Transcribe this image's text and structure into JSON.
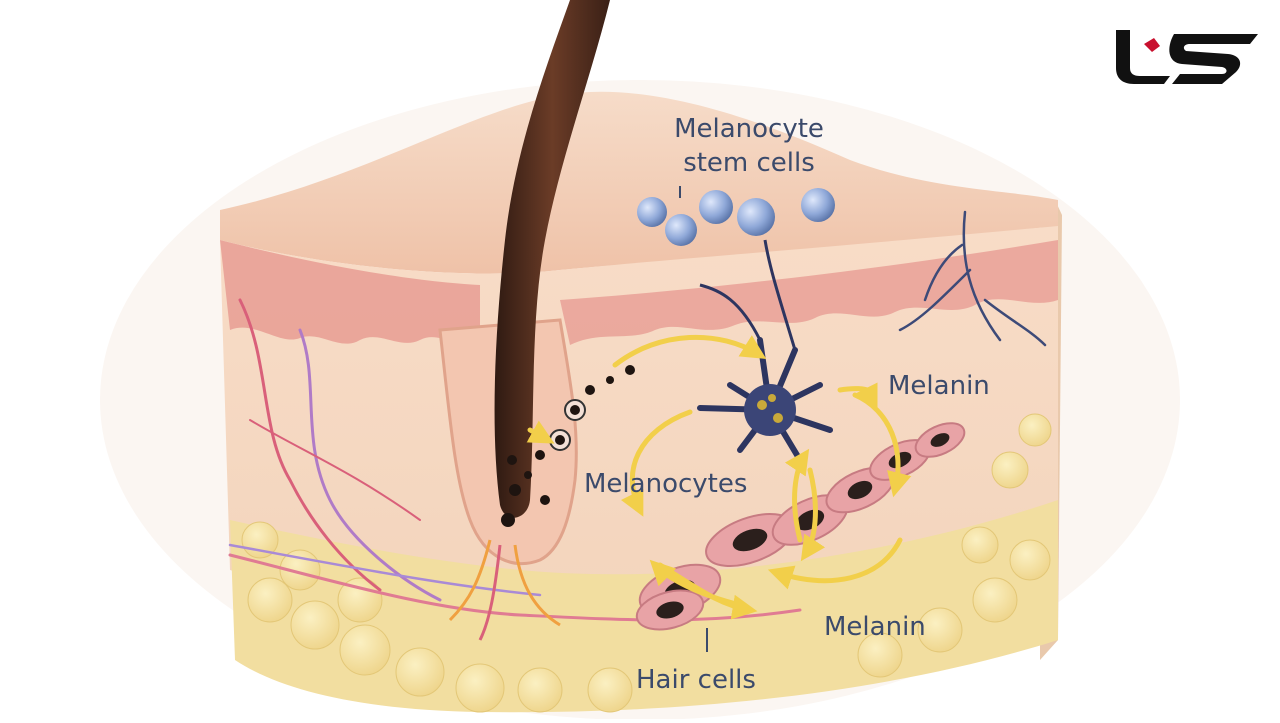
{
  "labels": {
    "stem_cells_line1": "Melanocyte",
    "stem_cells_line2": "stem cells",
    "melanin_top": "Melanin",
    "melanocytes": "Melanocytes",
    "melanin_bottom": "Melanin",
    "hair_cells": "Hair cells"
  },
  "logo": {
    "name": "site-logo",
    "color": "#111111",
    "accent": "#c8102e"
  },
  "colors": {
    "label_text": "#3b4a6b",
    "arrow": "#f2cf4a",
    "skin_top": "#f3cbb3",
    "dermis": "#f7d8c3",
    "fat": "#f3e2a0",
    "hair": "#4a2a1e",
    "stem_cell": "#8fa8d8"
  }
}
